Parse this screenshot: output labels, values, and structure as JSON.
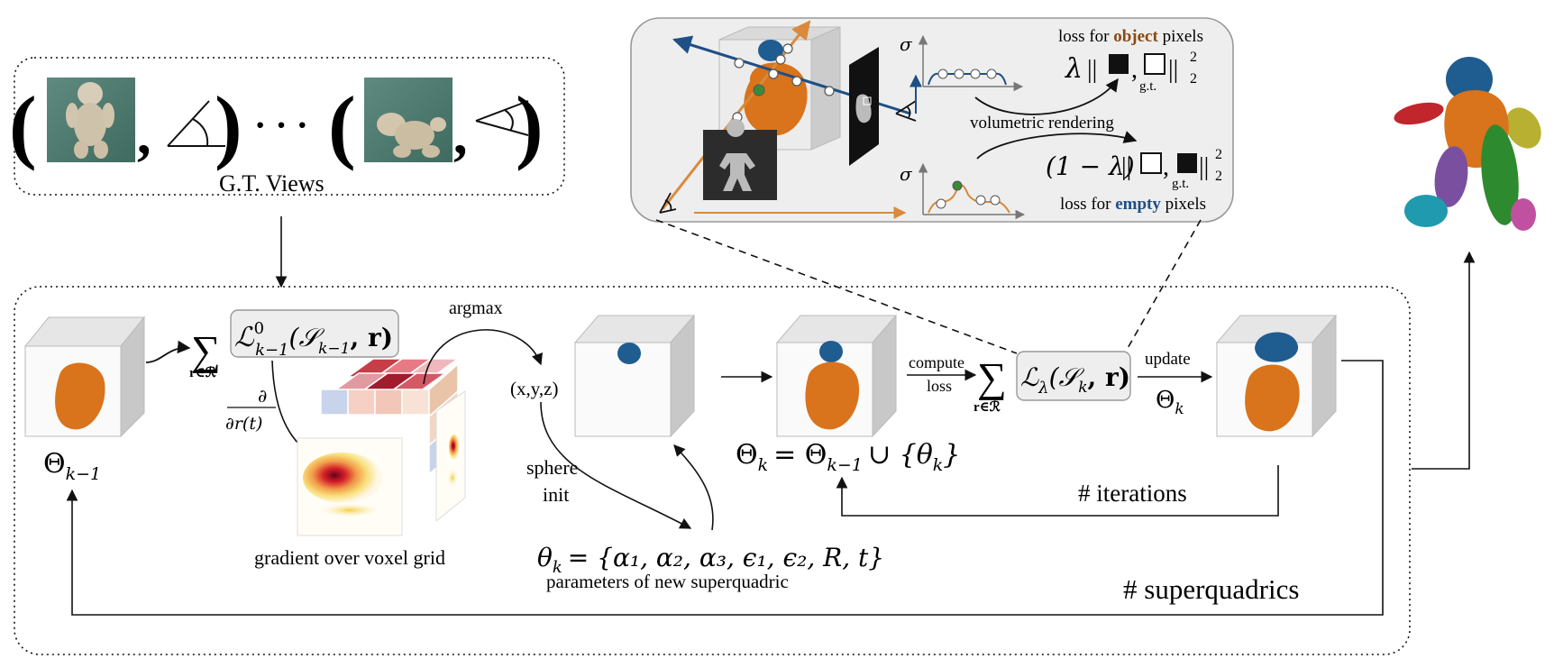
{
  "gt": {
    "caption": "G.T. Views",
    "paren_open": "(",
    "paren_close": ")",
    "comma": ",",
    "ellipsis": "· · ·"
  },
  "inset": {
    "sigma": "σ",
    "loss_object_prefix": "loss for ",
    "loss_object_word": "object",
    "loss_object_suffix": " pixels",
    "loss_empty_prefix": "loss for ",
    "loss_empty_word": "empty",
    "loss_empty_suffix": " pixels",
    "volumetric": "volumetric rendering",
    "lambda": "λ",
    "one_minus_lambda": "(1 − λ)",
    "norm": "||",
    "sq": "2",
    "sub2": "2",
    "gt": "g.t."
  },
  "main": {
    "theta_prev": "Θ",
    "theta_prev_sub": "k−1",
    "sum": "∑",
    "sum_sub": "r∈ℛ",
    "loss0": "ℒ",
    "loss0_sup": "0",
    "loss0_sub": "k−1",
    "loss0_args": "(𝒮",
    "loss0_args_sub": "k−1",
    "loss0_args_end": ", r)",
    "deriv_num": "∂",
    "deriv_den": "∂r(t)",
    "argmax": "argmax",
    "xyz": "(x,y,z)",
    "sphere_init_1": "sphere",
    "sphere_init_2": "init",
    "gradient_caption": "gradient over voxel grid",
    "theta_k_lhs": "θ",
    "theta_k_sub": "k",
    "theta_k_rhs": "= {α₁, α₂, α₃, ϵ₁, ϵ₂, R, t}",
    "theta_k_caption": "parameters of new superquadric",
    "Theta_k_eq": "Θ",
    "Theta_k_eq_sub": "k",
    "Theta_k_eq_mid": "= Θ",
    "Theta_k_eq_mid_sub": "k−1",
    "Theta_k_eq_end": "∪ {θ",
    "Theta_k_eq_end_sub": "k",
    "Theta_k_eq_close": "}",
    "compute_1": "compute",
    "compute_2": "loss",
    "loss_lambda": "ℒ",
    "loss_lambda_sub": "λ",
    "loss_lambda_args": "(𝒮",
    "loss_lambda_args_sub": "k",
    "loss_lambda_args_end": ", r)",
    "update": "update",
    "update_theta": "Θ",
    "update_theta_sub": "k",
    "iterations": "# iterations",
    "superquadrics": "# superquadrics"
  },
  "colors": {
    "orange": "#d9731c",
    "orange_dark": "#b85c10",
    "blue": "#1f5c8f",
    "blue_line": "#1e4f86",
    "ray_orange": "#d98a3c",
    "cube_gray": "#d6d6d6",
    "cube_side": "#c4c4c4",
    "inset_bg": "#eeeeee",
    "object_word": "#8a4a12",
    "empty_word": "#1e4f86"
  },
  "icons": {
    "eye": "eye-icon",
    "teddy": "teddy-photo",
    "silhouette": "silhouette-icon"
  }
}
